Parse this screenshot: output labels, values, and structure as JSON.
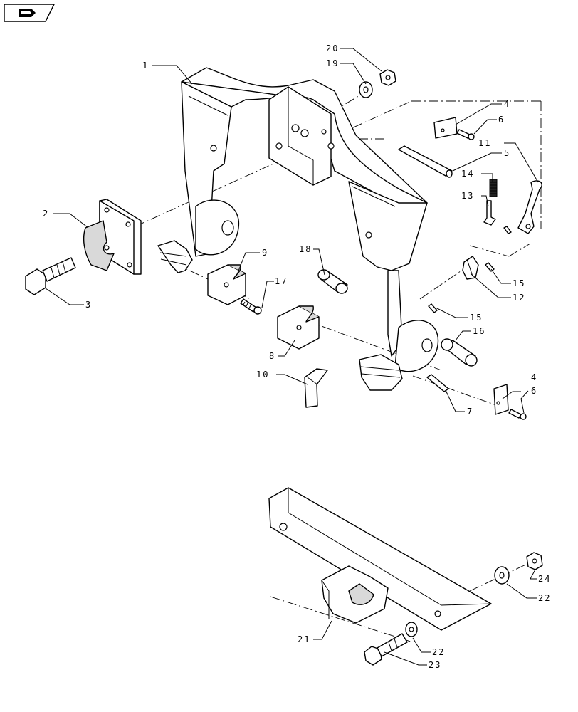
{
  "callouts": {
    "c1": "1",
    "c2": "2",
    "c3": "3",
    "c4a": "4",
    "c4b": "4",
    "c5": "5",
    "c6a": "6",
    "c6b": "6",
    "c7": "7",
    "c8": "8",
    "c9": "9",
    "c10": "10",
    "c11": "11",
    "c12": "12",
    "c13": "13",
    "c14": "14",
    "c15a": "15",
    "c15b": "15",
    "c16": "16",
    "c17": "17",
    "c18": "18",
    "c19": "19",
    "c20": "20",
    "c21": "21",
    "c22a": "22",
    "c22b": "22",
    "c23": "23",
    "c24": "24"
  },
  "icons": {
    "nav": "book-arrow-icon"
  }
}
